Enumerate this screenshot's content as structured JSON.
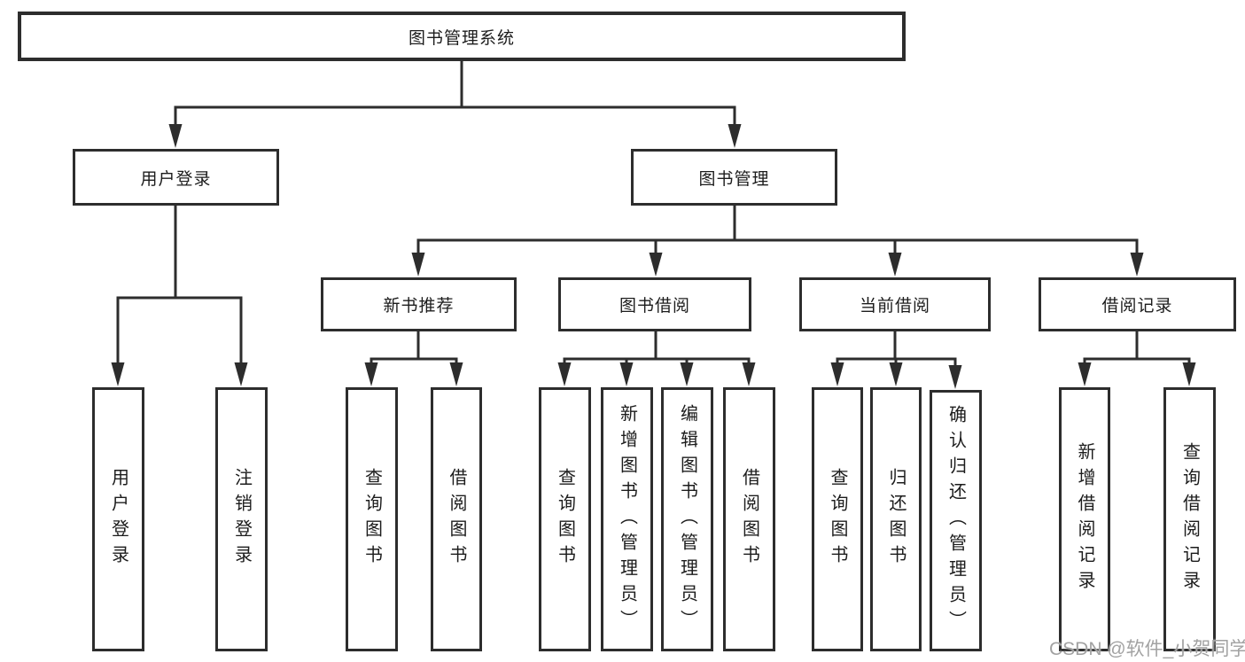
{
  "tree": {
    "label": "图书管理系统",
    "children": [
      {
        "label": "用户登录",
        "children": [
          {
            "label": "用户登录"
          },
          {
            "label": "注销登录"
          }
        ]
      },
      {
        "label": "图书管理",
        "children": [
          {
            "label": "新书推荐",
            "children": [
              {
                "label": "查询图书"
              },
              {
                "label": "借阅图书"
              }
            ]
          },
          {
            "label": "图书借阅",
            "children": [
              {
                "label": "查询图书"
              },
              {
                "label": "新增图书（管理员）"
              },
              {
                "label": "编辑图书（管理员）"
              },
              {
                "label": "借阅图书"
              }
            ]
          },
          {
            "label": "当前借阅",
            "children": [
              {
                "label": "查询图书"
              },
              {
                "label": "归还图书"
              },
              {
                "label": "确认归还（管理员）"
              }
            ]
          },
          {
            "label": "借阅记录",
            "children": [
              {
                "label": "新增借阅记录"
              },
              {
                "label": "查询借阅记录"
              }
            ]
          }
        ]
      }
    ]
  },
  "watermark": "CSDN @软件_小贺同学",
  "colors": {
    "line": "#2d2d2d",
    "text": "#1c1c1c",
    "watermark": "#a2a2a2",
    "background": "#ffffff"
  }
}
